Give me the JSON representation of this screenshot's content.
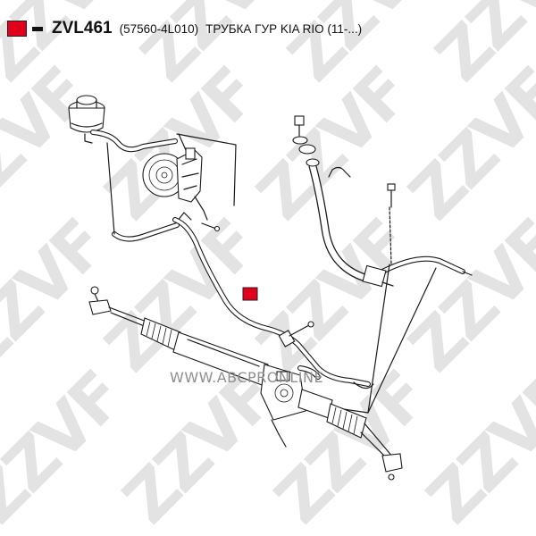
{
  "header": {
    "legend_color": "#e0001b",
    "part_code": "ZVL461",
    "oem_number": "(57560-4L010)",
    "description": "ТРУБКА ГУР KIA RIO (11-...)"
  },
  "watermark": {
    "brand": "ZZVF",
    "url": "WWW.ABCPRONLINE"
  },
  "diagram": {
    "marker_color": "#e0001b"
  }
}
